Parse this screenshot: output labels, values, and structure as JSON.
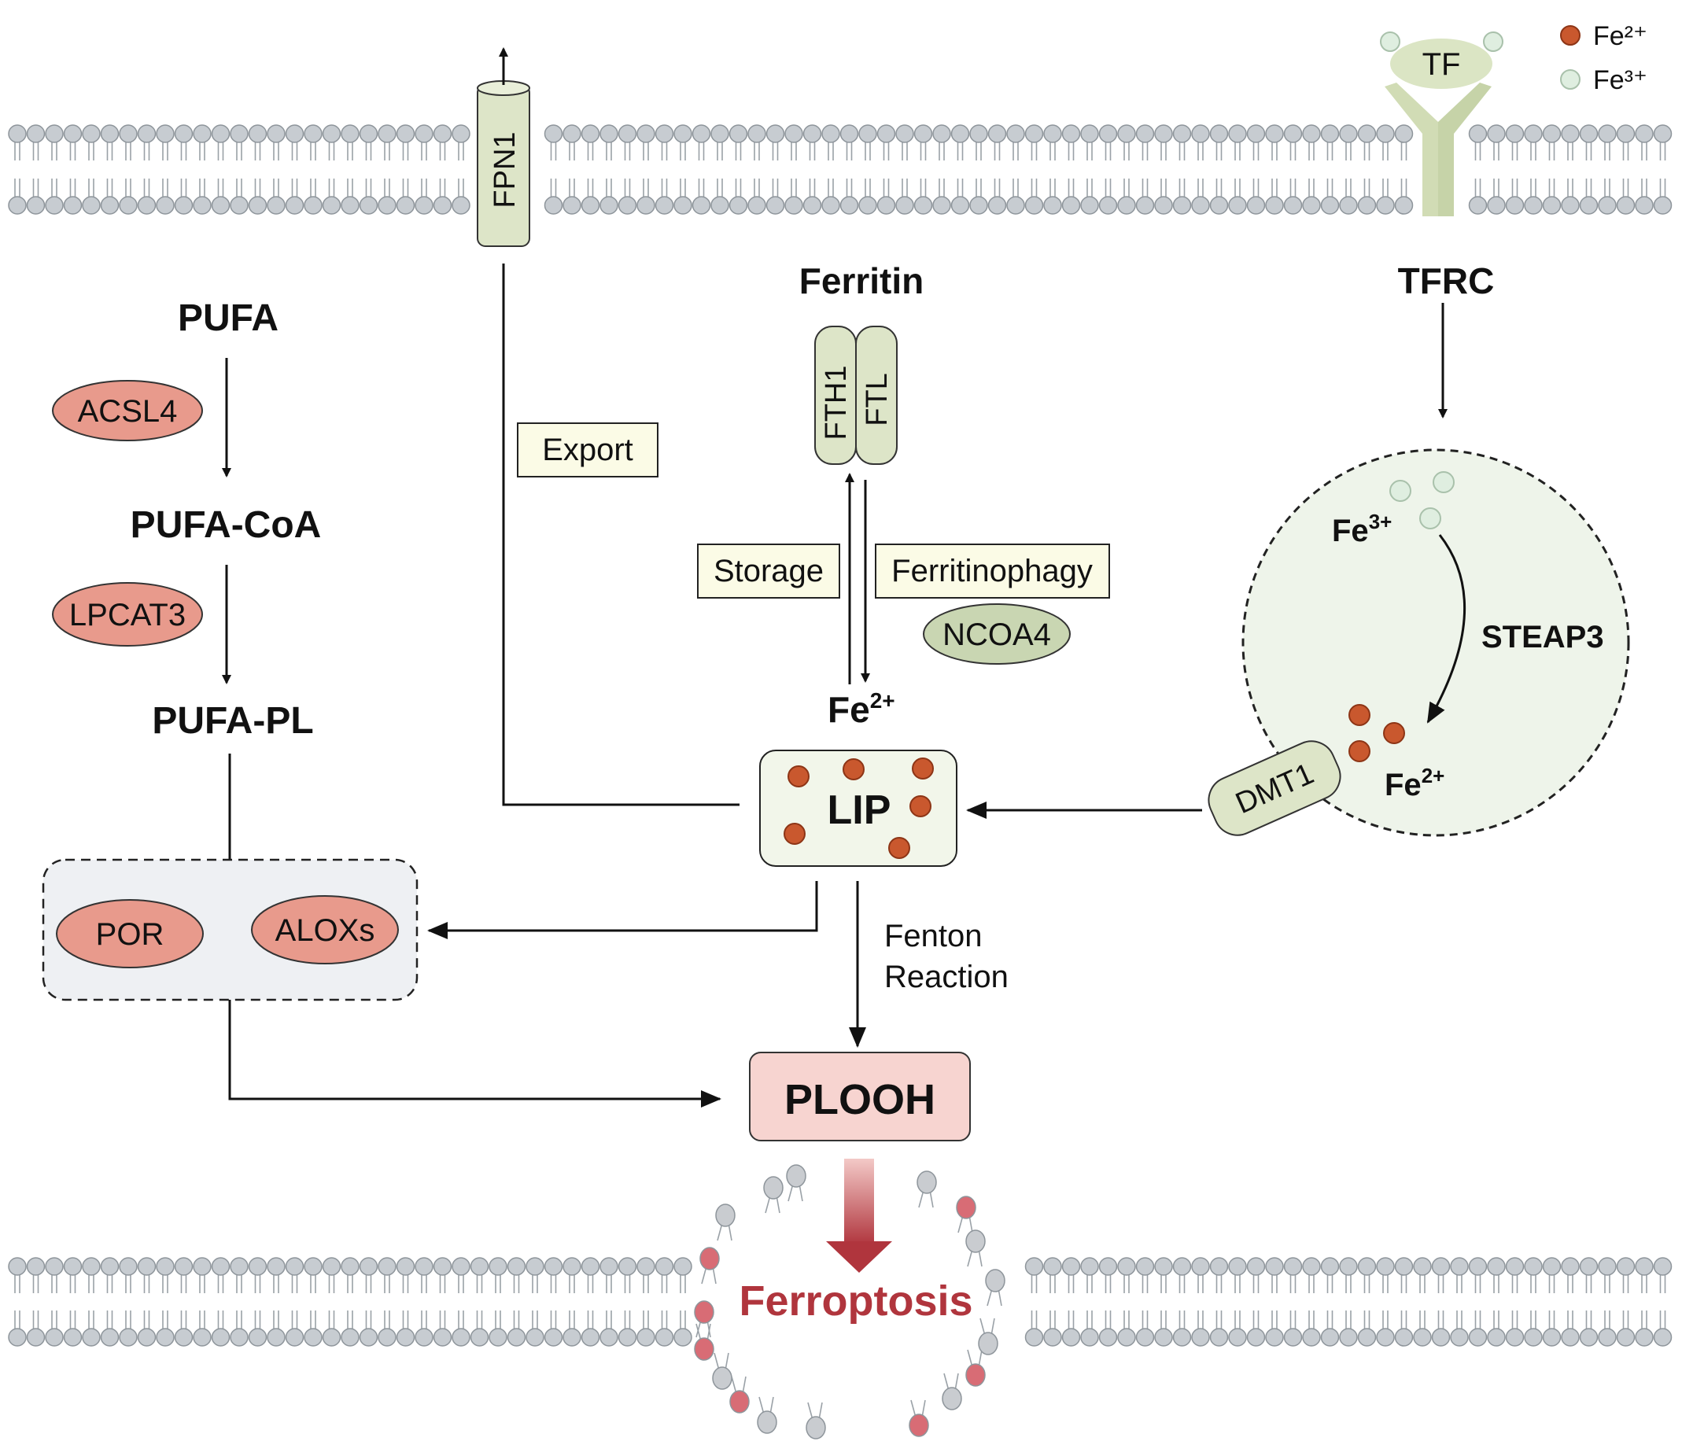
{
  "legend": {
    "fe2": "Fe²⁺",
    "fe3": "Fe³⁺"
  },
  "colors": {
    "fe2": "#c9582e",
    "fe3": "#dfeee0",
    "enzyme": "#e89a8c",
    "ferroptosis": "#b0353d",
    "plooh_fill": "#f7d4d0"
  },
  "membrane": {
    "fpn1": "FPN1",
    "tf": "TF",
    "tfrc": "TFRC"
  },
  "lipid_pathway": {
    "pufa": "PUFA",
    "acsl4": "ACSL4",
    "pufa_coa": "PUFA-CoA",
    "lpcat3": "LPCAT3",
    "pufa_pl": "PUFA-PL",
    "por": "POR",
    "aloxs": "ALOXs"
  },
  "iron": {
    "export": "Export",
    "ferritin": "Ferritin",
    "fth1": "FTH1",
    "ftl": "FTL",
    "storage": "Storage",
    "ferritinophagy": "Ferritinophagy",
    "ncoa4": "NCOA4",
    "fe2_label": "Fe",
    "fe2_sup": "2+",
    "lip": "LIP"
  },
  "endosome": {
    "fe3_label": "Fe",
    "fe3_sup": "3+",
    "steap3": "STEAP3",
    "fe2_label": "Fe",
    "fe2_sup": "2+",
    "dmt1": "DMT1"
  },
  "fenton": {
    "line1": "Fenton",
    "line2": "Reaction"
  },
  "plooh": "PLOOH",
  "ferroptosis": "Ferroptosis"
}
